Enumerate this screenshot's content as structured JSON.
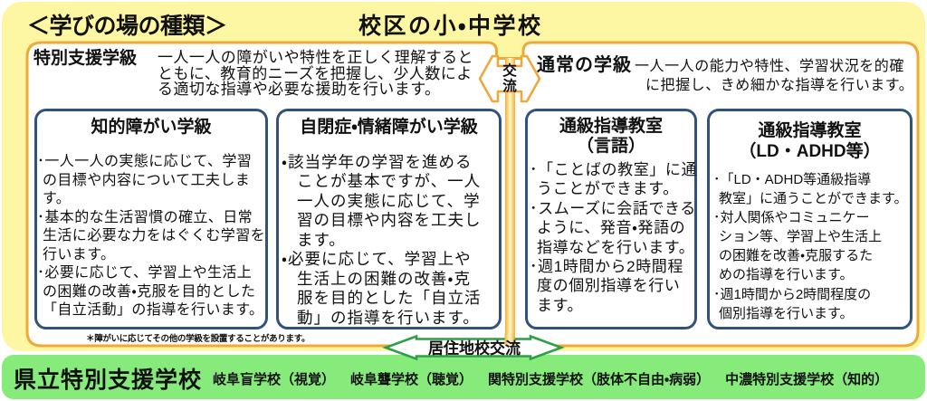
{
  "colors": {
    "panel_yellow": "#FDF7A4",
    "orange_border": "#EFA93B",
    "shaft_gold": "#F5C04A",
    "navy_border": "#33517E",
    "green_border": "#2F9E49",
    "banner_green": "#86EB7A",
    "text": "#111111"
  },
  "header": {
    "title_left": "＜学びの場の種類＞",
    "title_right": "校区の小・中学校"
  },
  "exchange_badge": {
    "label": "交流",
    "char_top": "交",
    "char_bottom": "流"
  },
  "special_class_section": {
    "heading": "特別支援学級",
    "description_lines": [
      "一人一人の障がいや特性を正しく理解すると",
      "ともに、教育的ニーズを把握し、少人数によ",
      "る適切な指導や必要な援助を行います。"
    ]
  },
  "regular_class_section": {
    "heading": "通常の学級",
    "description_lines": [
      "一人一人の能力や特性、学習状況を的確",
      "に把握し、きめ細かな指導を行います。"
    ]
  },
  "class_boxes": [
    {
      "title_lines": [
        "知的障がい学級"
      ],
      "bullet_char": "･",
      "bullets": [
        [
          "一人一人の実態に応じて、学習",
          "の目標や内容について工夫しま",
          "す。"
        ],
        [
          "基本的な生活習慣の確立、日常",
          "生活に必要な力をはぐくむ学習を",
          "行います。"
        ],
        [
          "必要に応じて、学習上や生活上",
          "の困難の改善・克服を目的とした",
          "「自立活動」の指導を行います。"
        ]
      ]
    },
    {
      "title_lines": [
        "自閉症・情緒障がい学級"
      ],
      "bullet_char": "・",
      "bullets": [
        [
          "該当学年の学習を進める",
          "ことが基本ですが、一人",
          "一人の実態に応じて、学",
          "習の目標や内容を工夫し",
          "ます。"
        ],
        [
          "必要に応じて、学習上や",
          "生活上の困難の改善・克",
          "服を目的とした「自立活",
          "動」の指導を行います。"
        ]
      ]
    },
    {
      "title_lines": [
        "通級指導教室",
        "（言語）"
      ],
      "bullet_char": "･",
      "bullets": [
        [
          "「ことばの教室」に通",
          "うことができます。"
        ],
        [
          "スムーズに会話できる",
          "ように、発音・発語の",
          "指導などを行います。"
        ],
        [
          "週1時間から2時間程",
          "度の個別指導を行い",
          "ます。"
        ]
      ]
    },
    {
      "title_lines": [
        "通級指導教室",
        "（LD・ADHD等）"
      ],
      "bullet_char": "･",
      "bullets": [
        [
          "「LD・ADHD等通級指導",
          "教室」に通うことができます。"
        ],
        [
          "対人関係やコミュニケー",
          "ション等、学習上や生活上",
          "の困難を改善・克服するた",
          "めの指導を行います。"
        ],
        [
          "週1時間から2時間程度の",
          "個別指導を行います。"
        ]
      ]
    }
  ],
  "footnote": "＊障がいに応じてその他の学級を設置することがあります。",
  "residence_exchange_badge": {
    "label": "居住地校交流"
  },
  "prefectural_banner": {
    "heading": "県立特別支援学校",
    "schools": [
      "岐阜盲学校（視覚）",
      "岐阜聾学校（聴覚）",
      "関特別支援学校（肢体不自由・病弱）",
      "中濃特別支援学校（知的）"
    ]
  }
}
